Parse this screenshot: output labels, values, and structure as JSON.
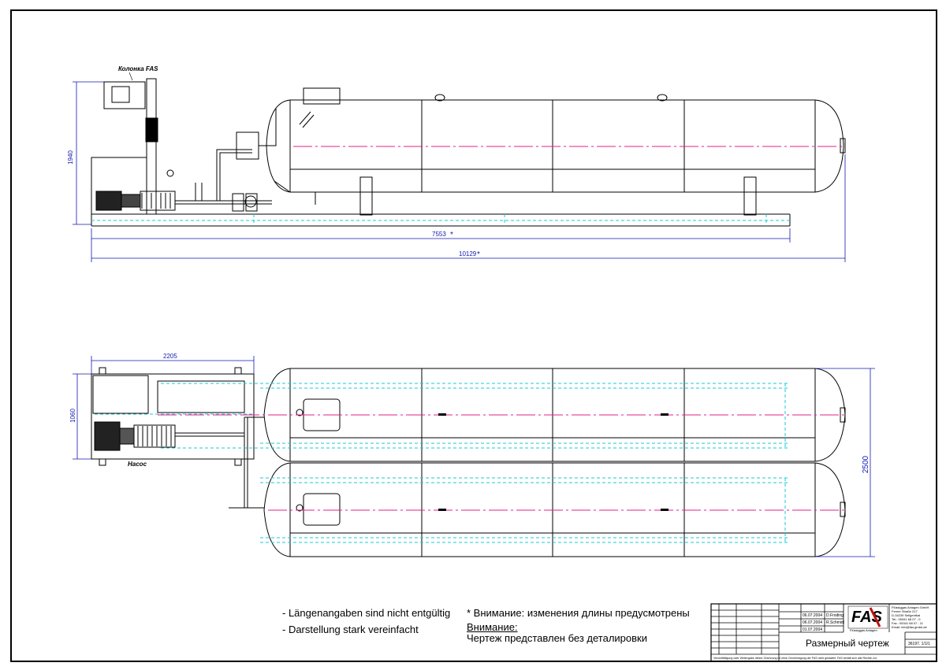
{
  "labels": {
    "kolonka": "Колонка FAS",
    "nasos": "Насос"
  },
  "dimensions": {
    "side_height": "1940",
    "side_length_1": "7553",
    "side_length_2": "10129",
    "top_width": "2205",
    "top_height": "1060",
    "top_total_height": "2500"
  },
  "notes": {
    "de_1": "- Längenangaben sind nicht entgültig",
    "de_2": "- Darstellung stark vereinfacht",
    "ru_1": "* Внимание: изменения длины предусмотрены",
    "ru_2": "Внимание:",
    "ru_3": "Чертеж представлен без деталировки"
  },
  "title_block": {
    "title": "Размерный чертеж",
    "company": "Flüssiggas Anlagen",
    "company_info": [
      "Flüssiggas Anlagen GmbH",
      "Ferner Straße 217",
      "D-34239 Seligenthal",
      "Tel.: 05341 68 07 - 0",
      "Fax.: 05341 68 07 - 11",
      "Email: info@fas.gmbh.de"
    ],
    "dates": [
      "06.07.2004",
      "06.07.2004",
      "01.07.2004"
    ],
    "names": [
      "D.Froding",
      "R.Schmidt"
    ],
    "drawing_no": "36197. 1/1/1",
    "footer": "Vervielfältigung oder Weitergabe dieser Zeichnung ist ohne Genehmigung der FAS nicht gestattet. FAS behält sich alle Rechte vor."
  },
  "colors": {
    "line": "#000000",
    "hidden": "#18c8d8",
    "centerline": "#e0208a",
    "dimension": "#1018b0"
  }
}
